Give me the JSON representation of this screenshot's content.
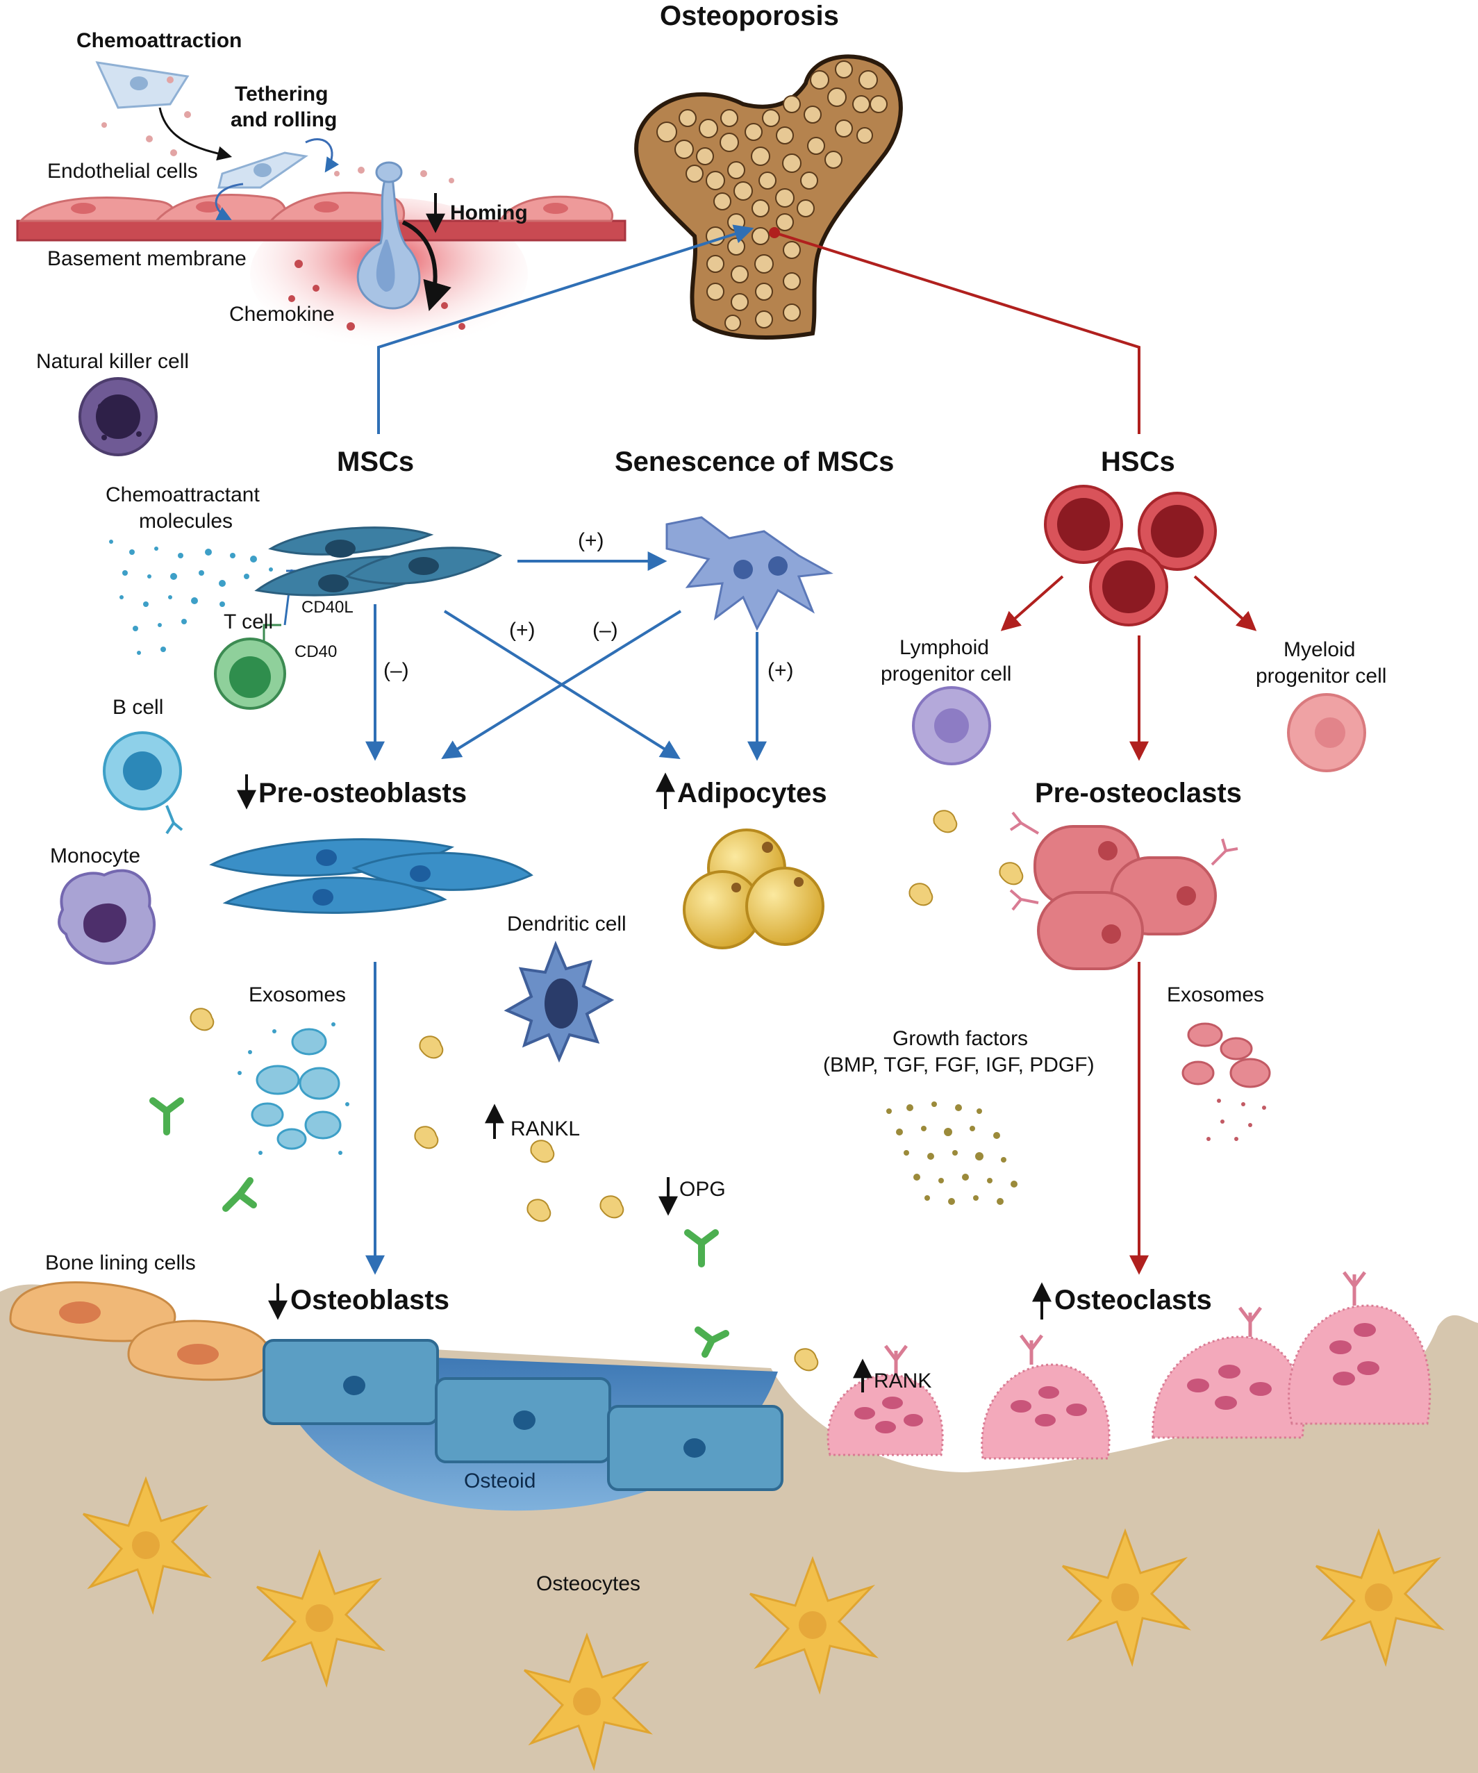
{
  "title": "Osteoporosis",
  "homing": {
    "chemoattraction": "Chemoattraction",
    "tethering_line1": "Tethering",
    "tethering_line2": "and rolling",
    "endothelial": "Endothelial cells",
    "homing": "Homing",
    "basement": "Basement membrane",
    "chemokine": "Chemokine"
  },
  "immune": {
    "nk": "Natural killer cell",
    "chemo_line1": "Chemoattractant",
    "chemo_line2": "molecules",
    "tcell": "T cell",
    "cd40l": "CD40L",
    "cd40": "CD40",
    "bcell": "B cell",
    "monocyte": "Monocyte",
    "dendritic": "Dendritic cell"
  },
  "lineage": {
    "mscs": "MSCs",
    "senescence": "Senescence of MSCs",
    "hscs": "HSCs",
    "lymphoid_line1": "Lymphoid",
    "lymphoid_line2": "progenitor cell",
    "myeloid_line1": "Myeloid",
    "myeloid_line2": "progenitor cell",
    "pre_osteoblasts": "Pre-osteoblasts",
    "adipocytes": "Adipocytes",
    "pre_osteoclasts": "Pre-osteoclasts",
    "osteoblasts": "Osteoblasts",
    "osteoclasts": "Osteoclasts"
  },
  "signs": {
    "plus": "(+)",
    "minus": "(–)"
  },
  "factors": {
    "exosomes_left": "Exosomes",
    "exosomes_right": "Exosomes",
    "rankl": "RANKL",
    "opg": "OPG",
    "growth_line1": "Growth factors",
    "growth_line2": "(BMP, TGF, FGF, IGF, PDGF)",
    "rank": "RANK"
  },
  "bone": {
    "lining": "Bone lining cells",
    "osteoid": "Osteoid",
    "osteocytes": "Osteocytes"
  },
  "colors": {
    "msc_blue": "#2f6fb5",
    "hsc_red": "#b0201e",
    "bone_fill": "#d6c6ae",
    "osteoblast": "#5b9ec4",
    "osteoclast": "#e88fa3",
    "adipocyte": "#e8c24a",
    "osteocyte": "#f2bf4a"
  }
}
